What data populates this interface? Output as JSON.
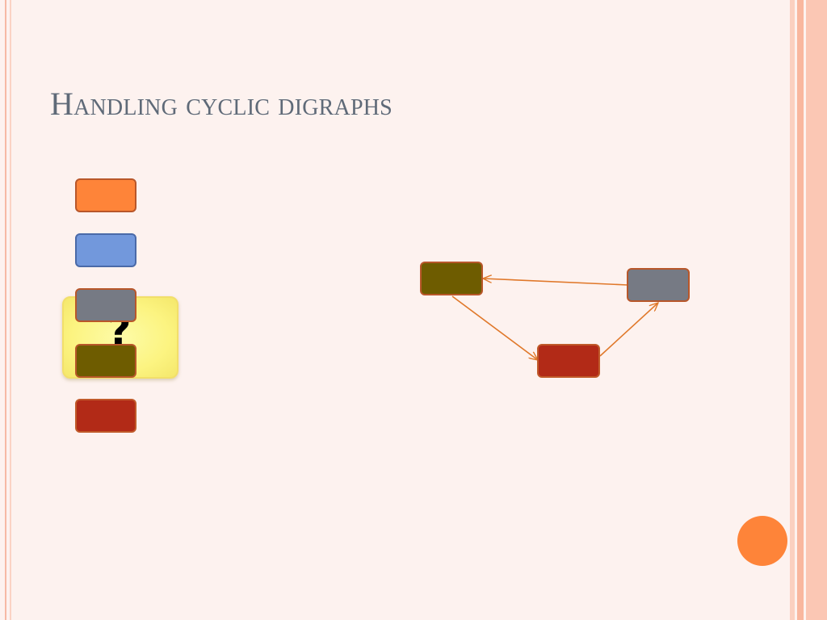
{
  "slide": {
    "title": "Handling cyclic digraphs",
    "highlight_mark": "?"
  },
  "colors": {
    "background": "#fdf2ef",
    "title": "#5f6a78",
    "orange": "#fe8439",
    "blue": "#7298dc",
    "gray": "#767a84",
    "olive": "#6e5c00",
    "red": "#b22a17",
    "highlight": "#fcf481",
    "arrow": "#e0782a"
  },
  "ordering_stack": [
    "orange",
    "blue",
    "gray",
    "olive",
    "red"
  ],
  "graph": {
    "nodes": [
      "olive",
      "gray",
      "red"
    ],
    "edges": [
      {
        "from": "gray",
        "to": "olive"
      },
      {
        "from": "olive",
        "to": "red"
      },
      {
        "from": "red",
        "to": "gray"
      }
    ]
  }
}
